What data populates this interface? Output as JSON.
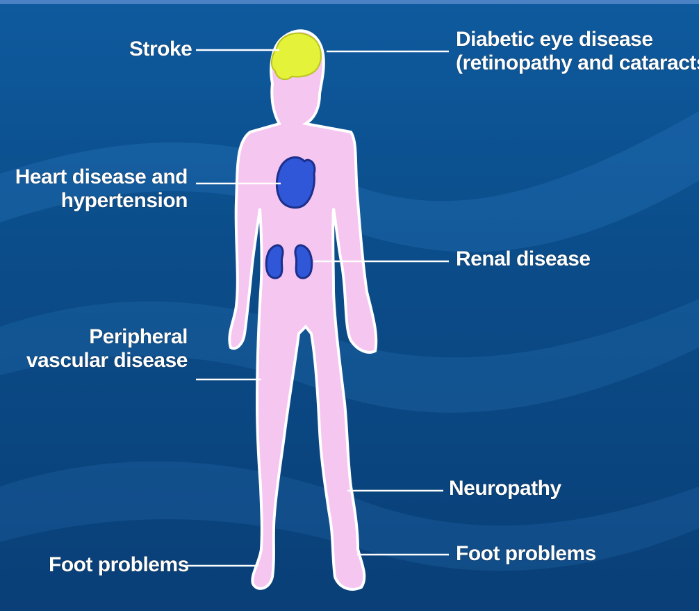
{
  "labels": {
    "stroke": "Stroke",
    "eye_line1": "Diabetic eye disease",
    "eye_line2": "(retinopathy and cataracts)",
    "heart_line1": "Heart disease and",
    "heart_line2": "hypertension",
    "renal": "Renal disease",
    "pvd_line1": "Peripheral",
    "pvd_line2": "vascular disease",
    "neuropathy": "Neuropathy",
    "foot_left": "Foot problems",
    "foot_right": "Foot problems"
  },
  "colors": {
    "background": "#0b4d8a",
    "body": "#f5c6f0",
    "brain": "#e5f23a",
    "organ": "#2f57d8",
    "text": "#ffffff"
  }
}
